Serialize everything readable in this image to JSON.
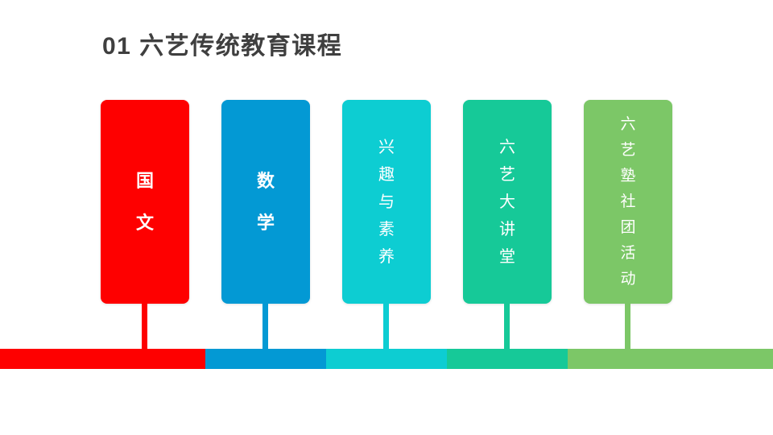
{
  "slide": {
    "background": "#FFFFFF",
    "title": "01 六艺传统教育课程",
    "title_color": "#3F3F3F"
  },
  "courses": [
    {
      "label": "国文",
      "color": "#FE0000"
    },
    {
      "label": "数学",
      "color": "#0399D4"
    },
    {
      "label": "兴趣与素养",
      "color": "#0DCDD2"
    },
    {
      "label": "六艺大讲堂",
      "color": "#16C998"
    },
    {
      "label": "六艺塾社团活动",
      "color": "#7CC767"
    }
  ]
}
